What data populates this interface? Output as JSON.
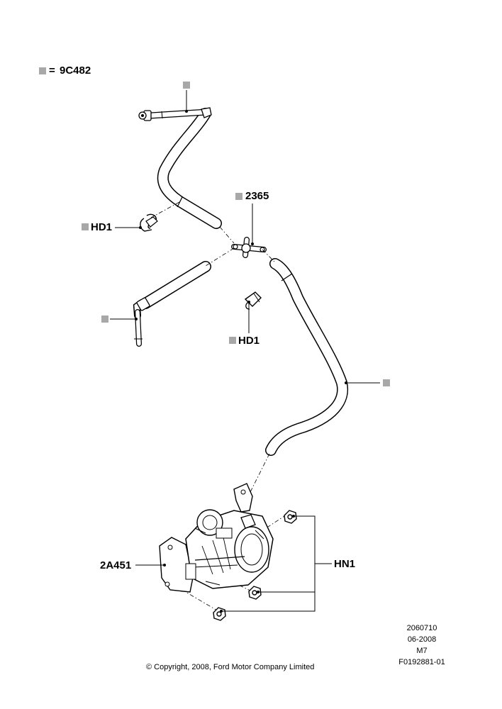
{
  "legend": {
    "code": "9C482",
    "eq": "="
  },
  "callouts": {
    "part_2365": "2365",
    "hd1_upper": "HD1",
    "hd1_lower": "HD1",
    "part_2A451": "2A451",
    "hn1": "HN1"
  },
  "meta": {
    "line1": "2060710",
    "line2": "06-2008",
    "line3": "M7",
    "line4": "F0192881-01"
  },
  "copyright": "© Copyright, 2008, Ford Motor Company Limited",
  "colors": {
    "marker": "#a8a8a8",
    "line": "#000000",
    "hose": "#ffffff"
  }
}
